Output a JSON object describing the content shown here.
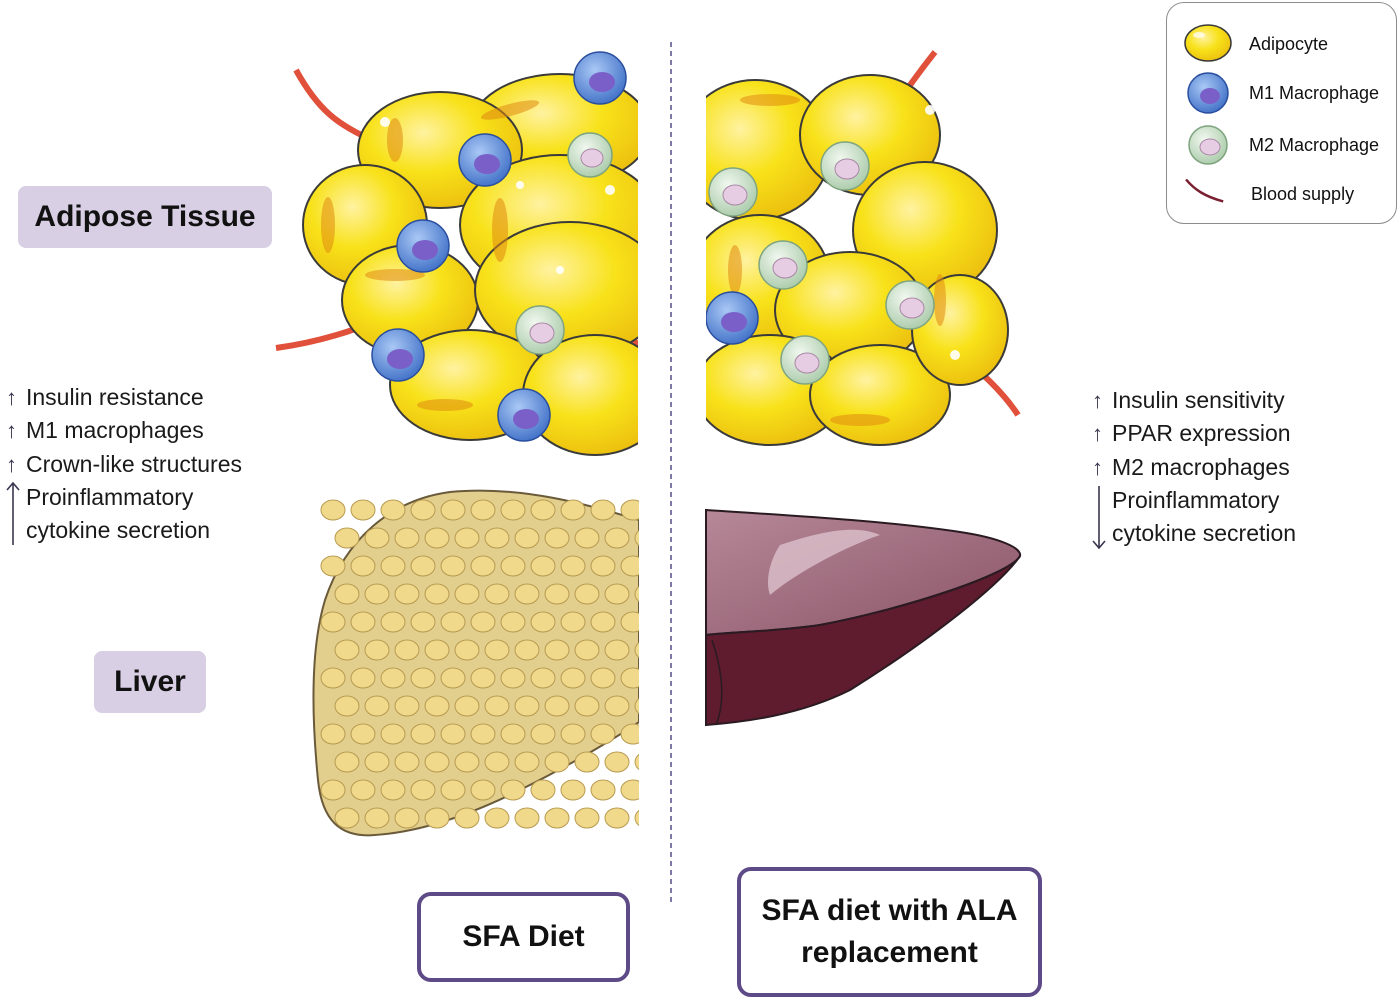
{
  "labels": {
    "adipose": "Adipose Tissue",
    "liver": "Liver"
  },
  "left_effects": [
    {
      "dir": "up",
      "text": "Insulin resistance"
    },
    {
      "dir": "up",
      "text": "M1 macrophages"
    },
    {
      "dir": "up",
      "text": "Crown-like structures"
    },
    {
      "dir": "up",
      "text": "Proinflammatory"
    },
    {
      "dir": "",
      "text": "cytokine secretion"
    }
  ],
  "right_effects": [
    {
      "dir": "up",
      "text": "Insulin sensitivity"
    },
    {
      "dir": "up",
      "text": "PPAR expression"
    },
    {
      "dir": "up",
      "text": "M2 macrophages"
    },
    {
      "dir": "down",
      "text": "Proinflammatory"
    },
    {
      "dir": "",
      "text": "cytokine secretion"
    }
  ],
  "diets": {
    "sfa": "SFA Diet",
    "ala_line1": "SFA diet with ALA",
    "ala_line2": "replacement"
  },
  "legend": {
    "adipocyte": "Adipocyte",
    "m1": "M1 Macrophage",
    "m2": "M2 Macrophage",
    "blood": "Blood supply"
  },
  "colors": {
    "adipocyte": "#f6dd14",
    "m1": "#5f8ddc",
    "m2": "#cfe3cf",
    "vessel": "#e0503a",
    "fatty_liver": "#e2cf8e",
    "healthy_liver": "#8a5467",
    "label_bg": "#d9cfe4",
    "diet_border": "#5d4a86"
  }
}
